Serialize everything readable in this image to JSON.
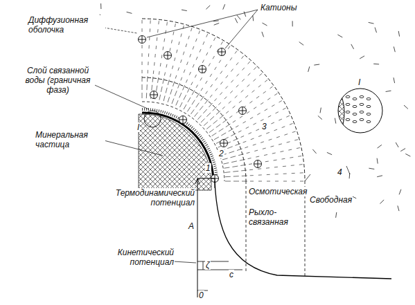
{
  "diagram": {
    "labels": [
      "Диффузионная оболочка",
      "Катионы",
      "Слой связанной воды (граничная фаза)",
      "Минеральная частица",
      "I",
      "I",
      "1",
      "2",
      "3",
      "4",
      "Термодинамический потенциал",
      "Осмотическая",
      "Рыхло-связанная",
      "Свободная",
      "Кинетический потенциал",
      "A",
      "ζ",
      "c",
      "0"
    ]
  }
}
